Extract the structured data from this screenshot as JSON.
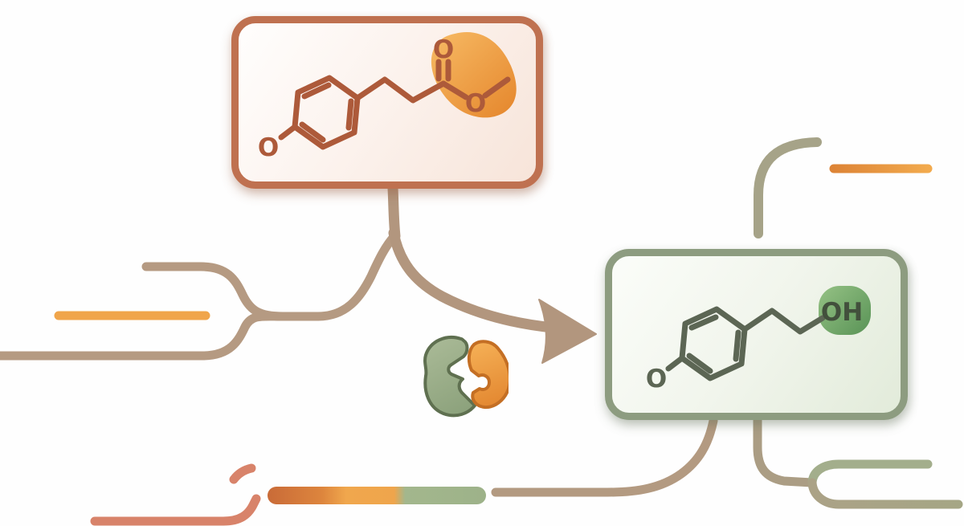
{
  "canvas": {
    "background": "#fefefe"
  },
  "substrate_card": {
    "border_color": "#bf7150",
    "background_start": "#fffefd",
    "background_end": "#f7e4d9",
    "bond_color": "#ad5a3a",
    "highlight": {
      "shape": "ester-group-blob",
      "color_start": "#f7ba64",
      "color_end": "#e5872d"
    },
    "atoms": {
      "phenol_oxygen": "O",
      "carbonyl_oxygen": "O",
      "ester_oxygen": "O"
    }
  },
  "product_card": {
    "border_color": "#8d9c80",
    "background_start": "#fbfdf9",
    "background_end": "#e2ebda",
    "bond_color": "#5c6654",
    "highlight": {
      "shape": "hydroxyl-group-blob",
      "color_start": "#93c083",
      "color_end": "#5a9457",
      "label": "OH",
      "label_color": "#42503c"
    },
    "atoms": {
      "phenol_oxygen": "O"
    }
  },
  "enzyme_icon": {
    "green_fill_start": "#abbb98",
    "green_fill_end": "#8aa07a",
    "green_outline": "#5f7050",
    "orange_fill_start": "#f5b056",
    "orange_fill_end": "#e2852e",
    "orange_outline": "#c46f24"
  },
  "reaction_arrow": {
    "color": "#b2967e"
  },
  "pathways": {
    "tan": "#b59a82",
    "olive_elbow": "#a6a388",
    "salmon": "#d8836a",
    "orange_dash_left": "#f0a54b",
    "orange_dash_topright_start": "#dd8436",
    "orange_dash_topright_end": "#f2aa4d",
    "fork_upper_green": "#a3ae8c",
    "fork_lower_tan": "#aba286",
    "gradient_bar_colors": [
      "#c96b38",
      "#dd853d",
      "#f0a74d",
      "#a3b78d"
    ]
  }
}
